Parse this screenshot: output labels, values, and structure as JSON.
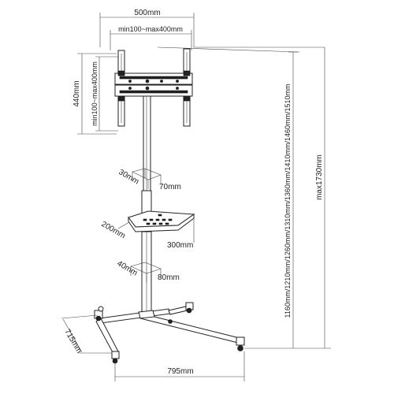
{
  "dimensions": {
    "top_width": "500mm",
    "vesa_horizontal": "min100~max400mm",
    "bracket_height": "440mm",
    "vesa_vertical": "min100~max400mm",
    "column_width": "30mm",
    "column_depth": "70mm",
    "shelf_depth": "200mm",
    "shelf_width": "300mm",
    "lower_column_width": "40mm",
    "lower_column_depth": "80mm",
    "base_depth": "715mm",
    "base_width": "795mm",
    "height_positions": "1160mm/1210mm/1260mm/1310mm/1360mm/1410mm/1460mm/1510mm",
    "max_height": "max1730mm"
  }
}
